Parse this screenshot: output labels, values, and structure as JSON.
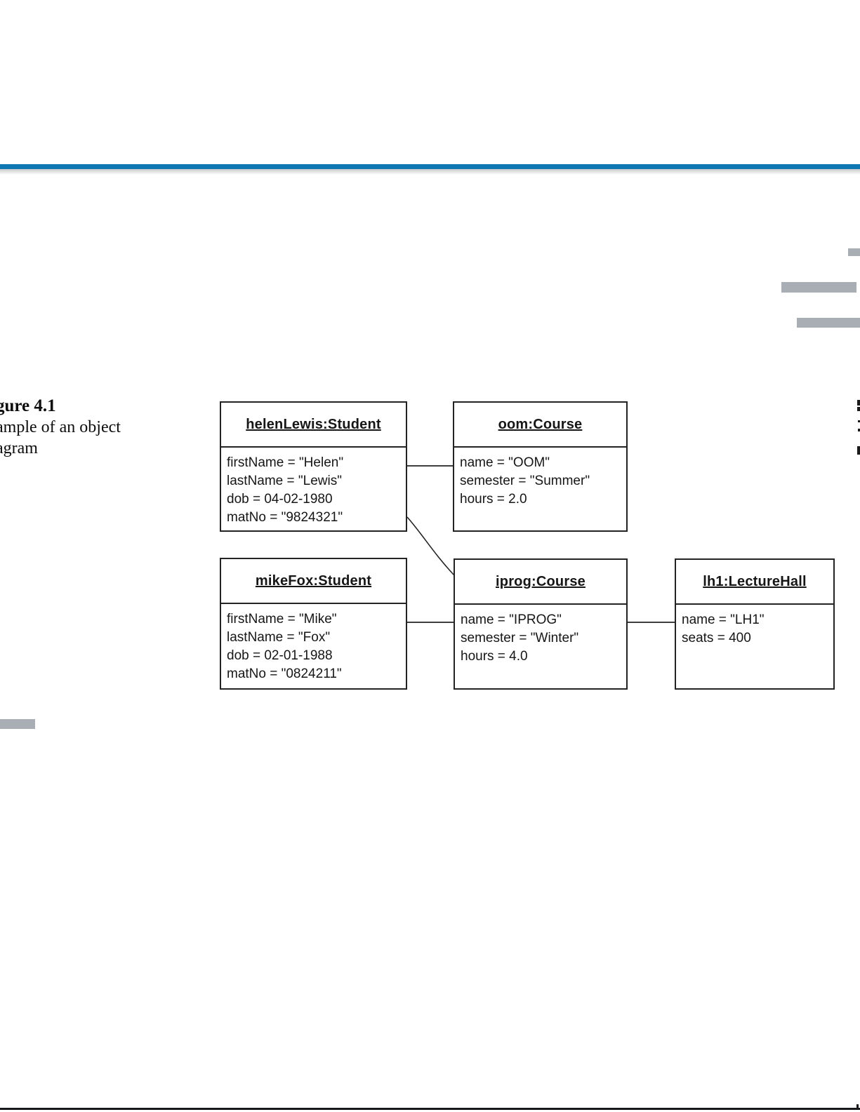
{
  "page": {
    "accent_rule_color": "#0f77b2",
    "bottom_rule_color": "#17181a",
    "decoration_bar_color": "#a9adb4",
    "box_border_color": "#232323"
  },
  "caption": {
    "line1": "gure 4.1",
    "line2": "ample of an object",
    "line3": "agram"
  },
  "diagram": {
    "objects": [
      {
        "id": "helenLewis",
        "title": "helenLewis:Student",
        "attributes": [
          "firstName = \"Helen\"",
          "lastName = \"Lewis\"",
          "dob = 04-02-1980",
          "matNo = \"9824321\""
        ]
      },
      {
        "id": "oom",
        "title": "oom:Course",
        "attributes": [
          "name = \"OOM\"",
          "semester = \"Summer\"",
          "hours = 2.0"
        ]
      },
      {
        "id": "mikeFox",
        "title": "mikeFox:Student",
        "attributes": [
          "firstName = \"Mike\"",
          "lastName = \"Fox\"",
          "dob = 02-01-1988",
          "matNo = \"0824211\""
        ]
      },
      {
        "id": "iprog",
        "title": "iprog:Course",
        "attributes": [
          "name = \"IPROG\"",
          "semester = \"Winter\"",
          "hours = 4.0"
        ]
      },
      {
        "id": "lh1",
        "title": "lh1:LectureHall",
        "attributes": [
          "name = \"LH1\"",
          "seats = 400"
        ]
      }
    ],
    "links": [
      {
        "from": "helenLewis",
        "to": "oom"
      },
      {
        "from": "helenLewis",
        "to": "iprog"
      },
      {
        "from": "mikeFox",
        "to": "iprog"
      },
      {
        "from": "iprog",
        "to": "lh1"
      }
    ]
  }
}
